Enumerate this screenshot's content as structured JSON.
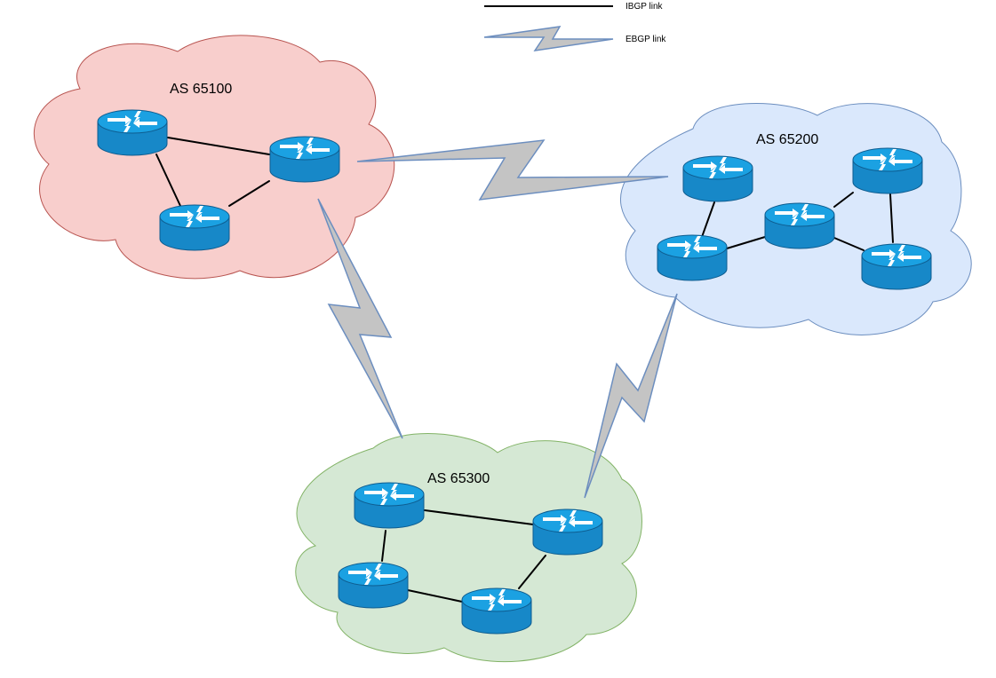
{
  "legend": {
    "ibgp_label": "IBGP link",
    "ebgp_label": "EBGP link"
  },
  "colors": {
    "ibgp_stroke": "#000000",
    "ebgp_fill": "#c4c4c4",
    "ebgp_stroke": "#6c8ebf",
    "router_top": "#1ba1e2",
    "router_body": "#1788c8",
    "router_edge": "#0e5c8f"
  },
  "autonomous_systems": [
    {
      "id": "as65100",
      "label": "AS 65100",
      "fill": "#f8cecc",
      "stroke": "#b85450"
    },
    {
      "id": "as65200",
      "label": "AS 65200",
      "fill": "#dae8fc",
      "stroke": "#6c8ebf"
    },
    {
      "id": "as65300",
      "label": "AS 65300",
      "fill": "#d5e8d4",
      "stroke": "#82b366"
    }
  ],
  "router_icon": "router-icon",
  "ibgp_links": [
    [
      "r1a",
      "r1b"
    ],
    [
      "r1a",
      "r1c"
    ],
    [
      "r1b",
      "r1c"
    ],
    [
      "r2a",
      "r2b"
    ],
    [
      "r2b",
      "r2c"
    ],
    [
      "r2c",
      "r2d"
    ],
    [
      "r2d",
      "r2e"
    ],
    [
      "r3a",
      "r3b"
    ],
    [
      "r3a",
      "r3c"
    ],
    [
      "r3c",
      "r3d"
    ],
    [
      "r3d",
      "r3b"
    ]
  ],
  "ebgp_links": [
    {
      "from": "as65100",
      "to": "as65200"
    },
    {
      "from": "as65100",
      "to": "as65300"
    },
    {
      "from": "as65200",
      "to": "as65300"
    }
  ]
}
